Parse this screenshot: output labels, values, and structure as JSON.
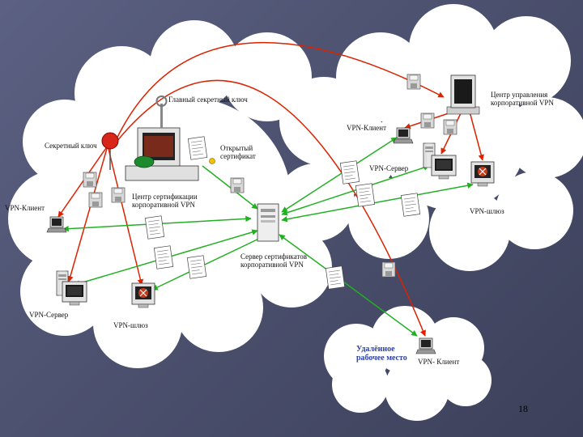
{
  "labels": {
    "master_key": "Главный секретный ключ",
    "cert_center": "Центр сертификации корпоративной VPN",
    "secret_key": "Секретный ключ",
    "open_cert": "Открытый сертификат",
    "mgmt_center": "Центр управления корпоративной VPN",
    "vpn_client_tr": "VPN-Клиент",
    "vpn_server_tr": "VPN-Сервер",
    "vpn_gateway_tr": "VPN-шлюз",
    "vpn_client_left": "VPN-Клиент",
    "cert_server": "Сервер сертификатов корпоративной VPN",
    "vpn_server_bl": "VPN-Сервер",
    "vpn_gateway_bl": "VPN-шлюз",
    "remote_workplace": "Удалённое рабочее место",
    "remote_client": "VPN- Клиент"
  },
  "page_number": "18",
  "colors": {
    "background": "#4c516f",
    "cloud": "#ffffff",
    "green_link": "#22b022",
    "red_link": "#dd2200"
  }
}
